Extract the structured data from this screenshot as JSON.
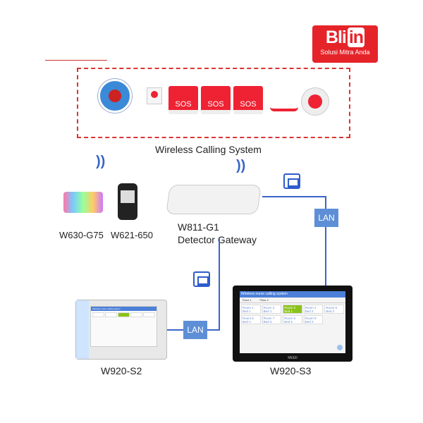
{
  "logo": {
    "brand": "Bliin",
    "tagline": "Solusi Mitra Anda",
    "color": "#e5242a"
  },
  "top_devices": {
    "sos_labels": [
      "SOS",
      "SOS",
      "SOS"
    ],
    "caption": "Wireless Calling System"
  },
  "devices": [
    {
      "name": "W630-G75"
    },
    {
      "name": "W621-650"
    }
  ],
  "gateway": {
    "model": "W811-G1",
    "name": "Detector Gateway"
  },
  "links": {
    "lan1": "LAN",
    "lan2": "LAN"
  },
  "tablet_s2": {
    "name": "W920-S2"
  },
  "tablet_s3": {
    "name": "W920-S3",
    "screen_title": "Wireless nurse calling system",
    "tabs": [
      "Floor 1",
      "Floor 2"
    ],
    "rooms": [
      "Room 1 Bed 1",
      "Room 2 Bed 1",
      "Room 3 Bed 1",
      "Room 4 Bed 2",
      "Room 5 Bed 3",
      "Room 6 Bed 2",
      "Room 7 Bed 3",
      "Room 8 Bed 6",
      "Room 9 Bed 3"
    ],
    "active_room": "Room 3 Bed 1",
    "brand": "MEEII"
  },
  "colors": {
    "line": "#3a64c8",
    "alert": "#8bc21a",
    "sos": "#e22233"
  },
  "icons": [
    "wifi-icon",
    "ethernet-icon"
  ]
}
